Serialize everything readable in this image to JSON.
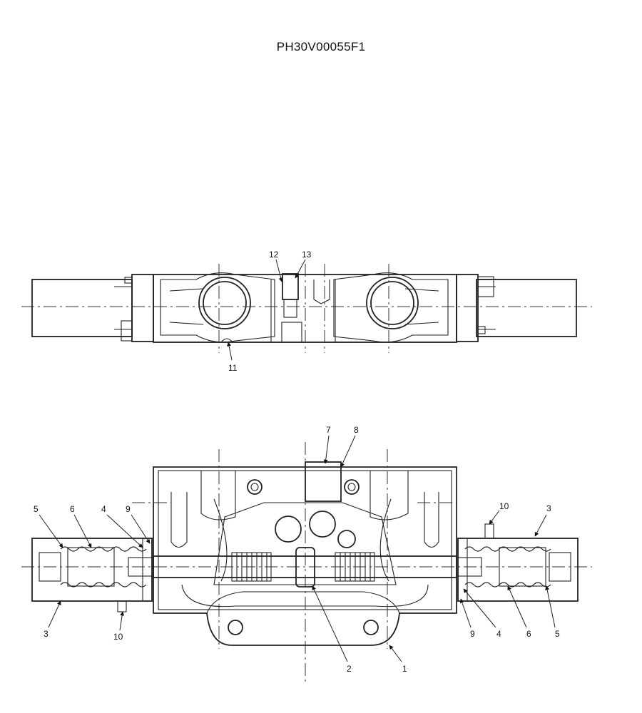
{
  "diagram": {
    "title": "PH30V00055F1",
    "callouts_top": [
      "12",
      "13",
      "11"
    ],
    "callouts_bottom": [
      "7",
      "8",
      "5",
      "6",
      "4",
      "9",
      "10",
      "3",
      "3",
      "10",
      "9",
      "4",
      "6",
      "5",
      "2",
      "1"
    ]
  }
}
